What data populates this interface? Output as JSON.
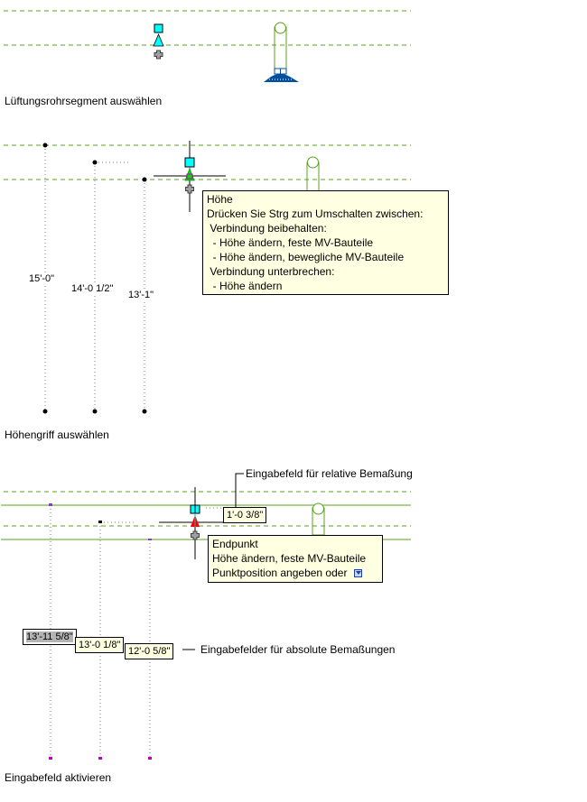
{
  "panels": [
    {
      "caption": "Lüftungsrohrsegment auswählen"
    },
    {
      "caption": "Höhengriff auswählen",
      "dimension_labels": [
        "15'-0\"",
        "14'-0 1/2\"",
        "13'-1\""
      ],
      "tooltip": {
        "lines": [
          "Höhe",
          "Drücken Sie Strg zum Umschalten zwischen:",
          " Verbindung beibehalten:",
          "  - Höhe ändern, feste MV-Bauteile",
          "  - Höhe ändern, bewegliche MV-Bauteile",
          " Verbindung unterbrechen:",
          "  - Höhe ändern"
        ]
      }
    },
    {
      "caption": "Eingabefeld aktivieren",
      "relative_field": {
        "value": "1'-0 3/8\""
      },
      "relative_annotation": "Eingabefeld für relative Bemaßung",
      "absolute_fields": [
        {
          "value": "13'-11 5/8\"",
          "active": true
        },
        {
          "value": "13'-0 1/8\"",
          "active": false
        },
        {
          "value": "12'-0 5/8\"",
          "active": false
        }
      ],
      "absolute_annotation": "Eingabefelder für absolute Bemaßungen",
      "tooltip": {
        "lines": [
          "Endpunkt",
          "Höhe ändern, feste MV-Bauteile",
          "Punktposition angeben oder"
        ],
        "options_icon": "dropdown-options-icon"
      }
    }
  ],
  "colors": {
    "dashed_line": "#5aa01e",
    "solid_line": "#5aa01e",
    "grip_cyan": "#00ffff",
    "grip_red": "#ff0000",
    "grip_green": "#00e000",
    "base_blue": "#0050a0",
    "tooltip_bg": "#ffffe1",
    "active_field_bg": "#b4b4b4"
  }
}
